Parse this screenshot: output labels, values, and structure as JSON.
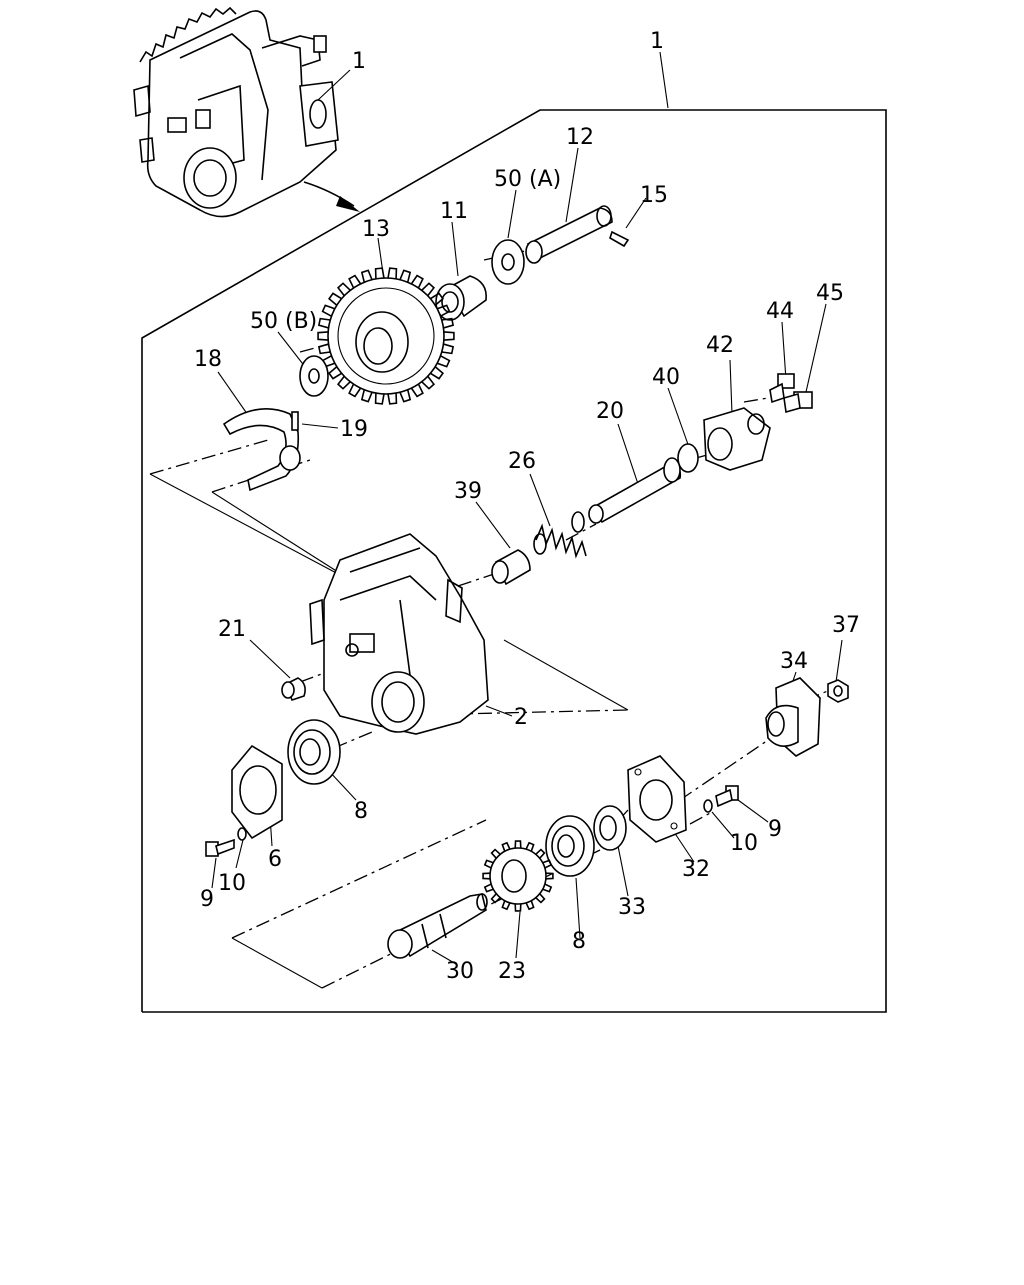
{
  "diagram": {
    "type": "exploded parts diagram",
    "callouts": {
      "c1_top": "1",
      "c1_small": "1",
      "c2": "2",
      "c6": "6",
      "c8_upper": "8",
      "c8_lower": "8",
      "c9_left": "9",
      "c9_right": "9",
      "c10_left": "10",
      "c10_right": "10",
      "c11": "11",
      "c12": "12",
      "c13": "13",
      "c15": "15",
      "c18": "18",
      "c19": "19",
      "c20": "20",
      "c21": "21",
      "c23": "23",
      "c26": "26",
      "c30": "30",
      "c32": "32",
      "c33": "33",
      "c34": "34",
      "c37": "37",
      "c39": "39",
      "c40": "40",
      "c42": "42",
      "c44": "44",
      "c45": "45",
      "c50a": "50 (A)",
      "c50b": "50 (B)"
    }
  }
}
